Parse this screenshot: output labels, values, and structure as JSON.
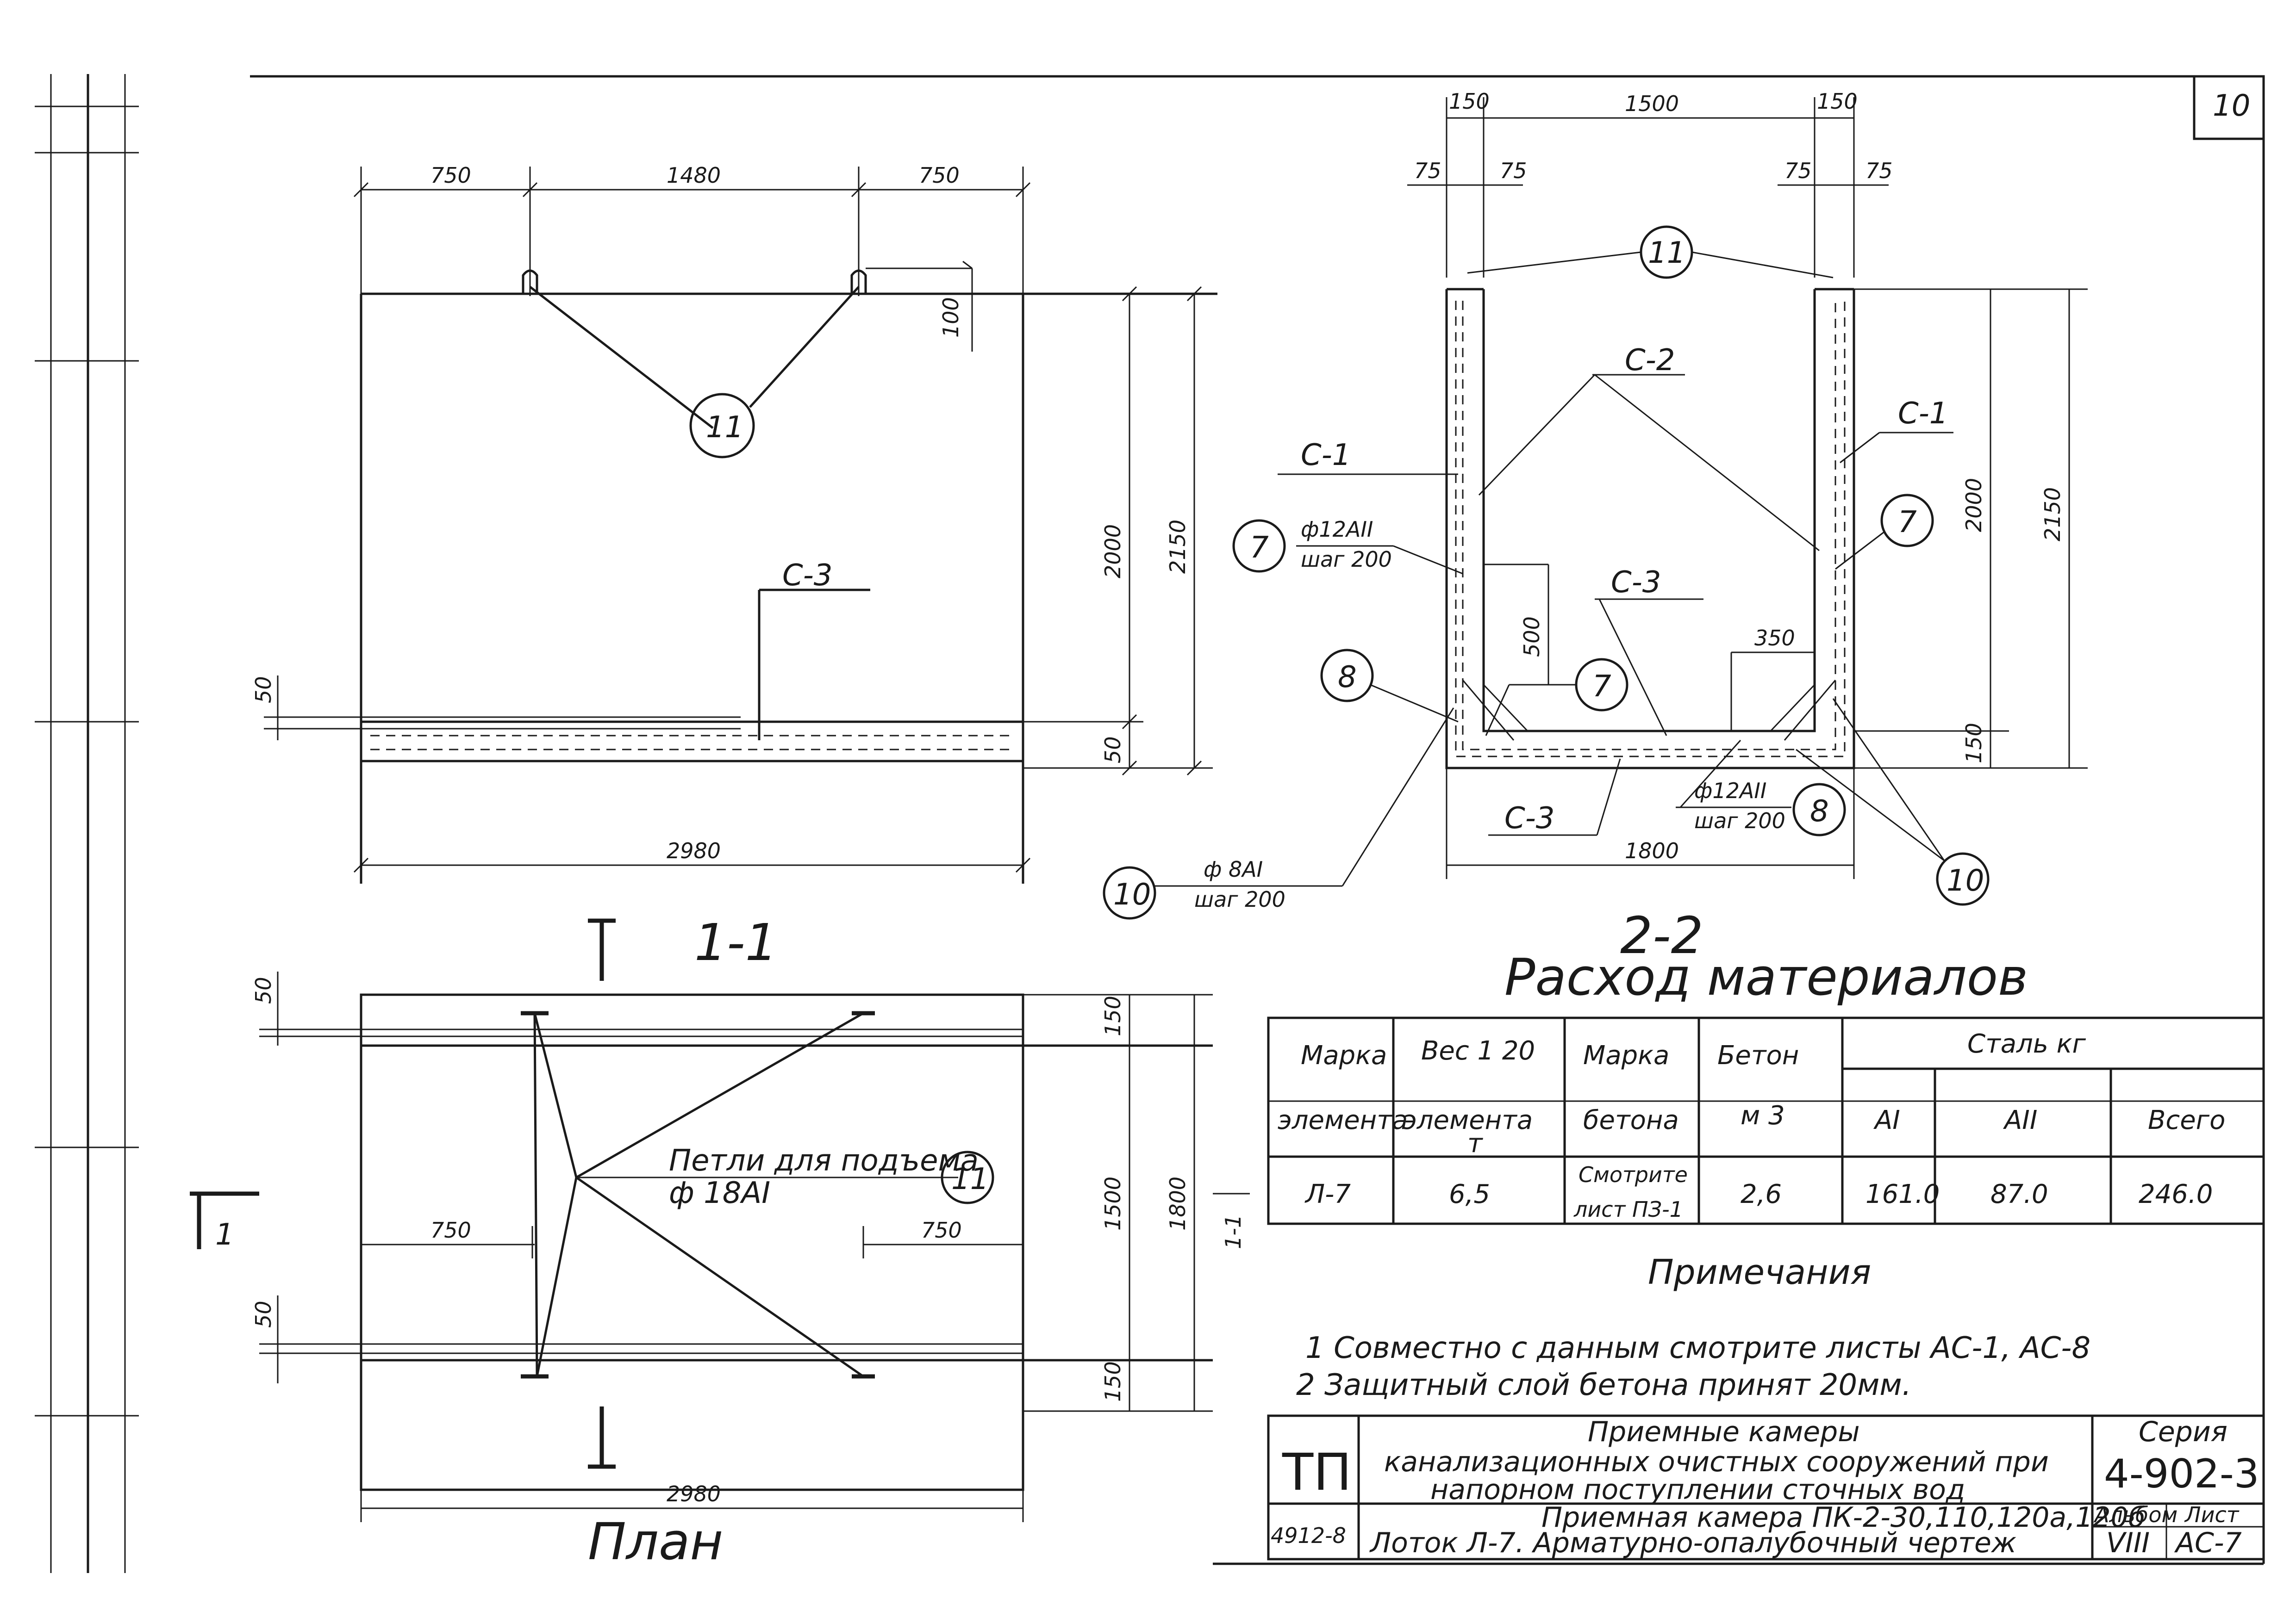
{
  "sheet_number": "10",
  "section_1_1": {
    "title": "1-1",
    "dims": {
      "left": "750",
      "middle": "1480",
      "right": "750",
      "loop_height": "100",
      "height_inner": "2000",
      "height_outer": "2150",
      "bottom_layer": "50",
      "top_offset": "50",
      "length": "2980"
    },
    "labels": {
      "mesh": "С-3",
      "loop": "11"
    }
  },
  "section_2_2": {
    "title": "2-2",
    "dims": {
      "wall_left": "150",
      "inner": "1500",
      "wall_right": "150",
      "cover_a": "75",
      "cover_b": "75",
      "cover_c": "75",
      "cover_d": "75",
      "height_inner": "2000",
      "height_outer": "2150",
      "bar_len": "500",
      "bottom_len": "350",
      "bottom_thk": "150",
      "width": "1800"
    },
    "labels": {
      "loop": "11",
      "mesh_c2": "С-2",
      "mesh_c1_left": "С-1",
      "mesh_c1_right": "С-1",
      "mesh_c3_top": "С-3",
      "mesh_c3_bottom": "С-3",
      "pos7_a": "7",
      "pos7_b": "7",
      "pos7_c": "7",
      "pos7_bar": "ф12АII",
      "pos7_step": "шаг 200",
      "pos8_a": "8",
      "pos8_b": "8",
      "pos8_bar": "ф12АII",
      "pos8_step": "шаг 200",
      "pos10_a": "10",
      "pos10_b": "10",
      "pos10_bar": "ф 8АI",
      "pos10_step": "шаг 200"
    }
  },
  "plan": {
    "title": "План",
    "dims": {
      "left": "750",
      "right": "750",
      "top_offset": "50",
      "bottom_offset": "50",
      "strip_top": "150",
      "strip_bottom": "150",
      "inner": "1500",
      "outer": "1800",
      "length": "2980"
    },
    "loop_note_line1": "Петли для подъема",
    "loop_note_line2": "ф 18АI",
    "loop_callout": "11",
    "section_mark": "1",
    "section_mark_side": "1-1"
  },
  "materials": {
    "title": "Расход материалов",
    "headers": {
      "mark_1": "Марка",
      "mark_2": "элемента",
      "weight_1": "Вес 1 20",
      "weight_2": "элемента",
      "weight_unit": "т",
      "concrete_mark_1": "Марка",
      "concrete_mark_2": "бетона",
      "concrete_1": "Бетон",
      "concrete_2": "м 3",
      "steel": "Сталь кг",
      "steel_a1": "АI",
      "steel_a2": "АII",
      "steel_total": "Всего"
    },
    "row": {
      "mark": "Л-7",
      "weight": "6,5",
      "concrete_mark_1": "Смотрите",
      "concrete_mark_2": "лист ПЗ-1",
      "concrete": "2,6",
      "a1": "161.0",
      "a2": "87.0",
      "total": "246.0"
    }
  },
  "notes": {
    "title": "Примечания",
    "items": [
      "1 Совместно с данным смотрите листы АС-1, АС-8",
      "2 Защитный слой бетона принят 20мм."
    ]
  },
  "title_block": {
    "logo": "ТП",
    "code": "4912-8",
    "project_1": "Приемные камеры",
    "project_2": "канализационных очистных сооружений при",
    "project_3": "напорном поступлении сточных вод",
    "drawing_1": "Приемная камера ПК-2-30,110,120а,120б",
    "drawing_2": "Лоток Л-7. Арматурно-опалубочный чертеж",
    "series_label": "Серия",
    "series": "4-902-3",
    "album_label": "Альбом",
    "sheet_label": "Лист",
    "album": "VIII",
    "sheet": "АС-7"
  }
}
